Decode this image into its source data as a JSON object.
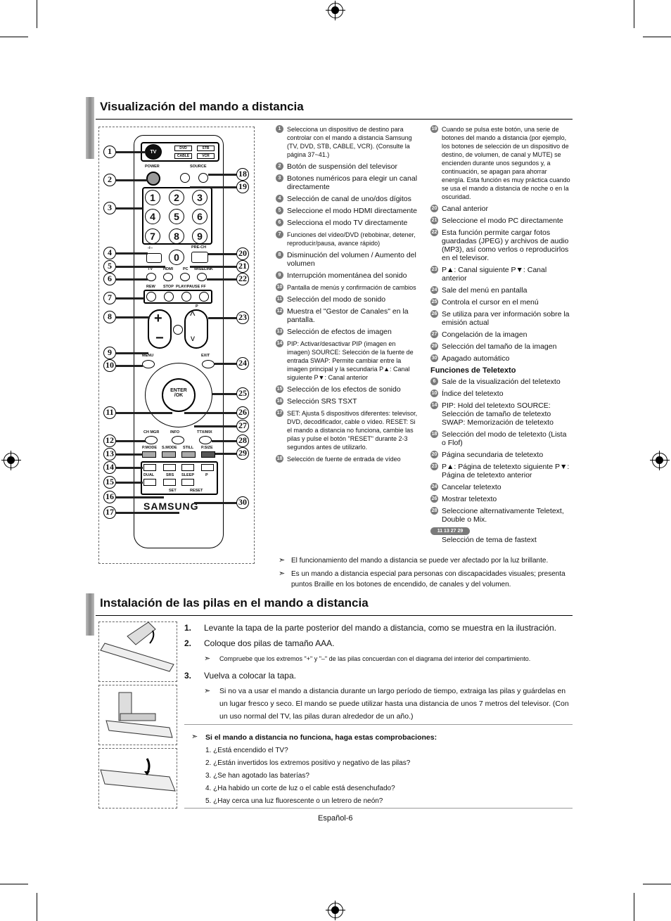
{
  "section1_title": "Visualización del mando a distancia",
  "section2_title": "Instalación de las pilas en el mando a distancia",
  "remote": {
    "labels": {
      "tv": "TV",
      "dvd": "DVD",
      "stb": "STB",
      "cable": "CABLE",
      "vcr": "VCR",
      "power": "POWER",
      "source": "SOURCE",
      "pre_ch": "PRE-CH",
      "dash": "-/--",
      "tv2": "TV",
      "hdmi": "HDMI",
      "pc": "PC",
      "wiselink": "WISELINK",
      "rew": "REW",
      "stop": "STOP",
      "playpause": "PLAY/PAUSE",
      "ff": "FF",
      "p": "P",
      "menu": "MENU",
      "exit": "EXIT",
      "enter": "ENTER",
      "ok": "/OK",
      "chmgr": "CH MGR",
      "info": "INFO",
      "ttxmix": "TTX/MIX",
      "pmode": "P.MODE",
      "smode": "S.MODE",
      "still": "STILL",
      "psize": "P.SIZE",
      "dual": "DUAL",
      "srs": "SRS",
      "sleep": "SLEEP",
      "p2": "P",
      "set": "SET",
      "reset": "RESET",
      "brand": "SAMSUNG"
    },
    "digits": [
      "1",
      "2",
      "3",
      "4",
      "5",
      "6",
      "7",
      "8",
      "9",
      "0"
    ],
    "callouts_left": [
      "1",
      "2",
      "3",
      "4",
      "5",
      "6",
      "7",
      "8",
      "9",
      "10",
      "11",
      "12",
      "13",
      "14",
      "15",
      "16",
      "17"
    ],
    "callouts_right": [
      "18",
      "19",
      "20",
      "21",
      "22",
      "23",
      "24",
      "25",
      "26",
      "27",
      "28",
      "29",
      "30"
    ]
  },
  "col1": [
    {
      "n": "1",
      "t": "Selecciona un dispositivo de destino para controlar con el mando a distancia Samsung (TV, DVD, STB, CABLE, VCR). (Consulte la página 37~41.)"
    },
    {
      "n": "2",
      "t": "Botón de suspensión del televisor"
    },
    {
      "n": "3",
      "t": "Botones numéricos para elegir un canal directamente"
    },
    {
      "n": "4",
      "t": "Selección de canal de uno/dos dígitos"
    },
    {
      "n": "5",
      "t": "Seleccione el modo HDMI directamente"
    },
    {
      "n": "6",
      "t": "Selecciona el modo TV directamente"
    },
    {
      "n": "7",
      "t": "Funciones del vídeo/DVD (rebobinar, detener, reproducir/pausa, avance rápido)"
    },
    {
      "n": "8",
      "t": "Disminución del volumen / Aumento del volumen"
    },
    {
      "n": "9",
      "t": "Interrupción momentánea del sonido"
    },
    {
      "n": "10",
      "t": "Pantalla de menús y confirmación de cambios"
    },
    {
      "n": "11",
      "t": "Selección del modo de sonido"
    },
    {
      "n": "12",
      "t": "Muestra el \"Gestor de Canales\" en la pantalla."
    },
    {
      "n": "13",
      "t": "Selección de efectos de imagen"
    },
    {
      "n": "14",
      "t": "PIP: Activar/desactivar PIP (imagen en imagen) SOURCE: Selección de la fuente de entrada SWAP: Permite cambiar entre la imagen principal y la secundaria P▲: Canal siguiente P▼: Canal anterior"
    },
    {
      "n": "15",
      "t": "Selección de los efectos de sonido"
    },
    {
      "n": "16",
      "t": "Selección SRS TSXT"
    },
    {
      "n": "17",
      "t": "SET: Ajusta 5 dispositivos diferentes: televisor, DVD, decodificador, cable o vídeo. RESET: Si el mando a distancia no funciona, cambie las pilas y pulse el botón \"RESET\" durante 2-3 segundos antes de utilizarlo."
    },
    {
      "n": "18",
      "t": "Selección de fuente de entrada de vídeo"
    }
  ],
  "col2": [
    {
      "n": "19",
      "t": "Cuando se pulsa este botón, una serie de botones del mando a distancia (por ejemplo, los botones de selección de un dispositivo de destino, de volumen, de canal y MUTE) se encienden durante unos segundos y, a continuación, se apagan para ahorrar energía. Esta función es muy práctica cuando se usa el mando a distancia de noche o en la oscuridad."
    },
    {
      "n": "20",
      "t": "Canal anterior"
    },
    {
      "n": "21",
      "t": "Seleccione el modo PC directamente"
    },
    {
      "n": "22",
      "t": "Esta función permite cargar fotos guardadas (JPEG) y archivos de audio (MP3), así como verlos o reproducirlos en el televisor."
    },
    {
      "n": "23",
      "t": "P▲: Canal siguiente P▼: Canal anterior"
    },
    {
      "n": "24",
      "t": "Sale del menú en pantalla"
    },
    {
      "n": "25",
      "t": "Controla el cursor en el menú"
    },
    {
      "n": "26",
      "t": "Se utiliza para ver información sobre la emisión actual"
    },
    {
      "n": "27",
      "t": "Congelación de la imagen"
    },
    {
      "n": "29",
      "t": "Selección del tamaño de la imagen"
    },
    {
      "n": "30",
      "t": "Apagado automático"
    }
  ],
  "teletext_title": "Funciones de Teletexto",
  "teletext": [
    {
      "n": "6",
      "t": "Sale de la visualización del teletexto"
    },
    {
      "n": "10",
      "t": "Índice del teletexto"
    },
    {
      "n": "14",
      "t": "PIP: Hold del teletexto SOURCE: Selección de tamaño de teletexto SWAP: Memorización de teletexto"
    },
    {
      "n": "18",
      "t": "Selección del modo de teletexto (Lista o Flof)"
    },
    {
      "n": "20",
      "t": "Página secundaria de teletexto"
    },
    {
      "n": "23",
      "t": "P▲: Página de teletexto siguiente P▼: Página de teletexto anterior"
    },
    {
      "n": "24",
      "t": "Cancelar teletexto"
    },
    {
      "n": "26",
      "t": "Mostrar teletexto"
    },
    {
      "n": "28",
      "t": "Seleccione alternativamente Teletext, Double o Mix."
    },
    {
      "n": "11 13 27 29",
      "t": "Selección de tema de fastext"
    }
  ],
  "notes": [
    "El funcionamiento del mando a distancia se puede ver afectado por la luz brillante.",
    "Es un mando a distancia especial para personas con discapacidades visuales; presenta puntos Braille en los botones de encendido, de canales y del volumen."
  ],
  "steps": [
    {
      "n": "1.",
      "t": "Levante la tapa de la parte posterior del mando a distancia, como se muestra en la ilustración."
    },
    {
      "n": "2.",
      "t": "Coloque dos pilas de tamaño AAA.",
      "note": "Compruebe que los extremos \"+\" y \"–\" de las pilas concuerdan con el diagrama del interior del compartimiento."
    },
    {
      "n": "3.",
      "t": "Vuelva a colocar la tapa.",
      "note": "Si no va a usar el mando a distancia durante un largo período de tiempo, extraiga las pilas y guárdelas en un lugar fresco y seco. El mando se puede utilizar hasta una distancia de unos 7 metros del televisor. (Con un uso normal del TV, las pilas duran alrededor de un año.)"
    }
  ],
  "trouble_title": "Si el mando a distancia no funciona, haga estas comprobaciones:",
  "trouble_items": [
    "1. ¿Está encendido el TV?",
    "2. ¿Están invertidos los extremos positivo y negativo de las pilas?",
    "3. ¿Se han agotado las baterías?",
    "4. ¿Ha habido un corte de luz o el cable está desenchufado?",
    "5. ¿Hay cerca una luz fluorescente o un letrero de neón?"
  ],
  "page_number": "Español-6"
}
